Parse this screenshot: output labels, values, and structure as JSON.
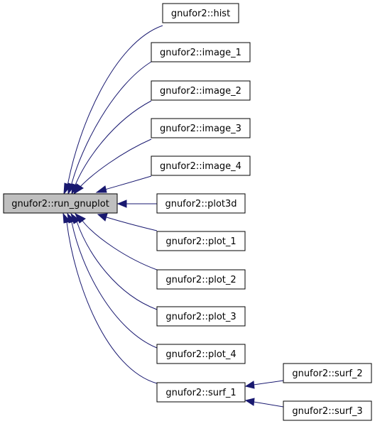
{
  "graph": {
    "colors": {
      "edge": "#191970",
      "root_fill": "#bfbfbf",
      "node_fill": "#ffffff",
      "border": "#000000"
    },
    "nodes": {
      "run_gnuplot": "gnufor2::run_gnuplot",
      "hist": "gnufor2::hist",
      "image_1": "gnufor2::image_1",
      "image_2": "gnufor2::image_2",
      "image_3": "gnufor2::image_3",
      "image_4": "gnufor2::image_4",
      "plot3d": "gnufor2::plot3d",
      "plot_1": "gnufor2::plot_1",
      "plot_2": "gnufor2::plot_2",
      "plot_3": "gnufor2::plot_3",
      "plot_4": "gnufor2::plot_4",
      "surf_1": "gnufor2::surf_1",
      "surf_2": "gnufor2::surf_2",
      "surf_3": "gnufor2::surf_3"
    }
  }
}
